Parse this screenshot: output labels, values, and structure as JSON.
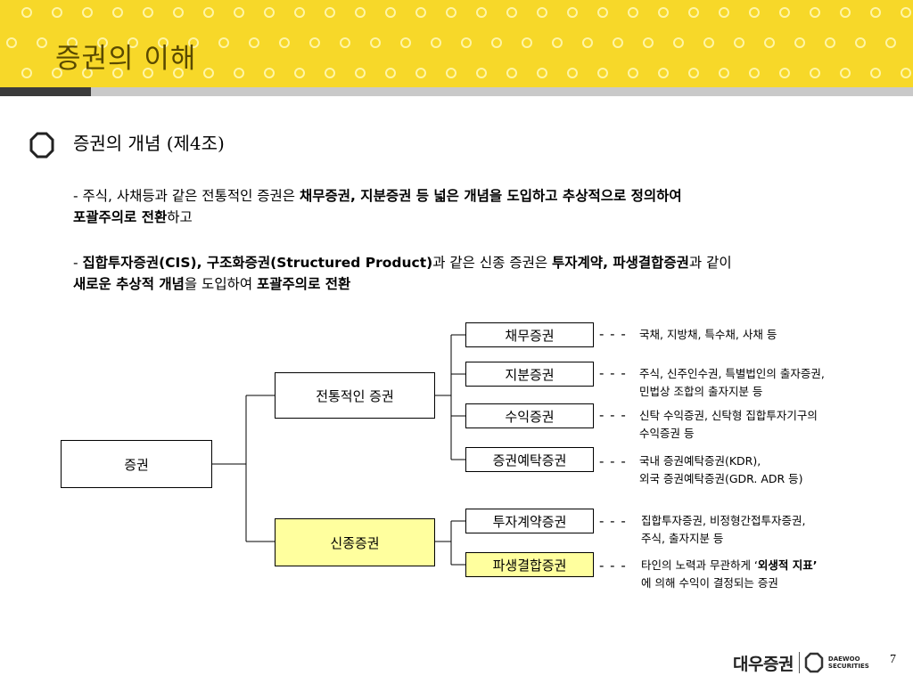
{
  "header": {
    "title": "증권의 이해"
  },
  "section": {
    "title": "증권의 개념 (제4조)"
  },
  "paragraph1": {
    "prefix": "- 주식, 사채등과 같은 전통적인 증권은 ",
    "bold": "채무증권, 지분증권 등 넓은 개념을 도입하고 추상적으로 정의하여",
    "bold2": "포괄주의로 전환",
    "suffix": "하고"
  },
  "paragraph2": {
    "prefix": "- ",
    "bold": "집합투자증권(CIS), 구조화증권(Structured Product)",
    "mid": "과 같은 신종 증권은 ",
    "bold2": "투자계약, 파생결합증권",
    "mid2": "과 같이",
    "bold3": "새로운 추상적 개념",
    "mid3": "을 도입하여 ",
    "bold4": "포괄주의로 전환"
  },
  "diagram": {
    "root": "증권",
    "traditional": "전통적인 증권",
    "new": "신종증권",
    "dash": "- - -",
    "items": [
      {
        "label": "채무증권",
        "desc1": "국채, 지방채, 특수채, 사채 등",
        "desc2": ""
      },
      {
        "label": "지분증권",
        "desc1": "주식, 신주인수권, 특별법인의 출자증권,",
        "desc2": "민법상 조합의 출자지분 등"
      },
      {
        "label": "수익증권",
        "desc1": "신탁 수익증권, 신탁형 집합투자기구의",
        "desc2": "수익증권 등"
      },
      {
        "label": "증권예탁증권",
        "desc1": "국내 증권예탁증권(KDR),",
        "desc2": "외국 증권예탁증권(GDR. ADR 등)"
      },
      {
        "label": "투자계약증권",
        "desc1": "집합투자증권, 비정형간접투자증권,",
        "desc2": "주식, 출자지분 등"
      },
      {
        "label": "파생결합증권",
        "desc1_pre": "타인의 노력과 무관하게 ‘",
        "desc1_bold": "외생적 지표’",
        "desc2": "에 의해 수익이 결정되는 증권"
      }
    ]
  },
  "footer": {
    "logo_ko": "대우증권",
    "logo_en1": "DAEWOO",
    "logo_en2": "SECURITIES",
    "page": "7"
  }
}
